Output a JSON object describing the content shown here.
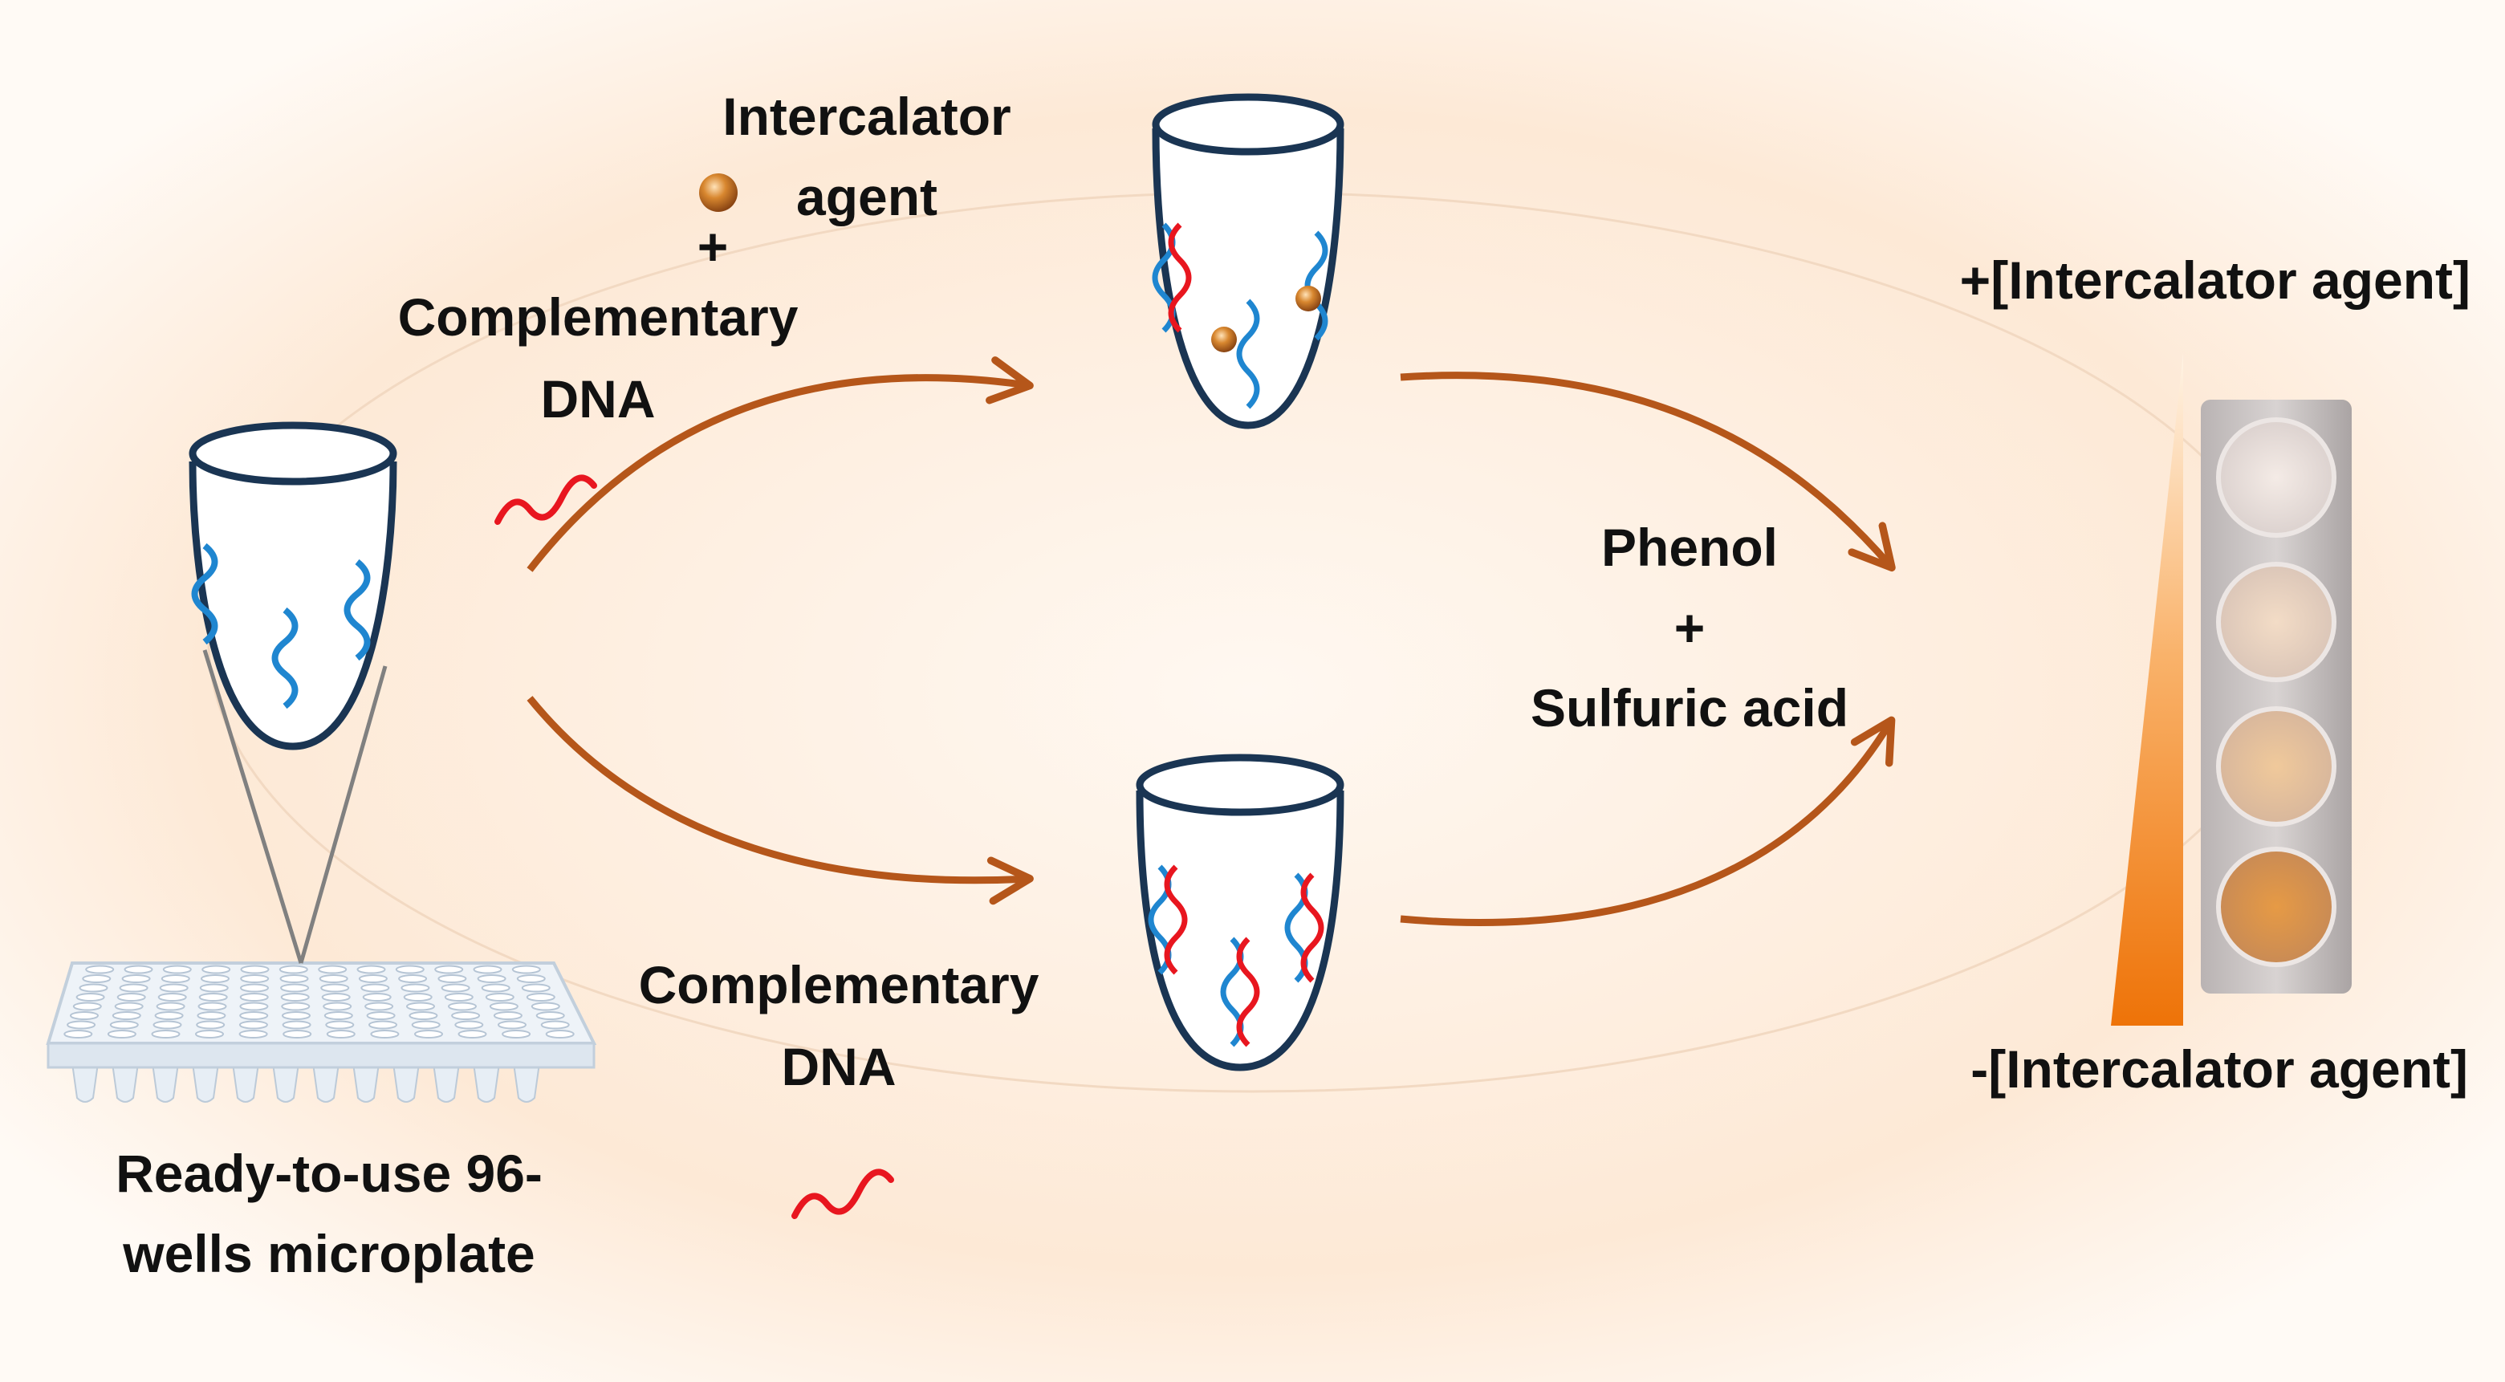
{
  "labels": {
    "intercalator_line1": "Intercalator",
    "intercalator_line2": "agent",
    "plus_top": "+",
    "complementary_top_line1": "Complementary",
    "complementary_top_line2": "DNA",
    "complementary_bottom_line1": "Complementary",
    "complementary_bottom_line2": "DNA",
    "microplate_line1": "Ready-to-use 96-",
    "microplate_line2": "wells microplate",
    "phenol": "Phenol",
    "plus_mid": "+",
    "sulfuric": "Sulfuric acid",
    "gradient_top": "+[Intercalator agent]",
    "gradient_bottom": "-[Intercalator agent]"
  },
  "colors": {
    "arrow": "#b5561a",
    "tube_outline": "#1a3553",
    "probe_dna": "#1f86d0",
    "complementary_dna": "#e8161f",
    "gradient_orange": "#ee7308",
    "bead": "#c8742a"
  }
}
